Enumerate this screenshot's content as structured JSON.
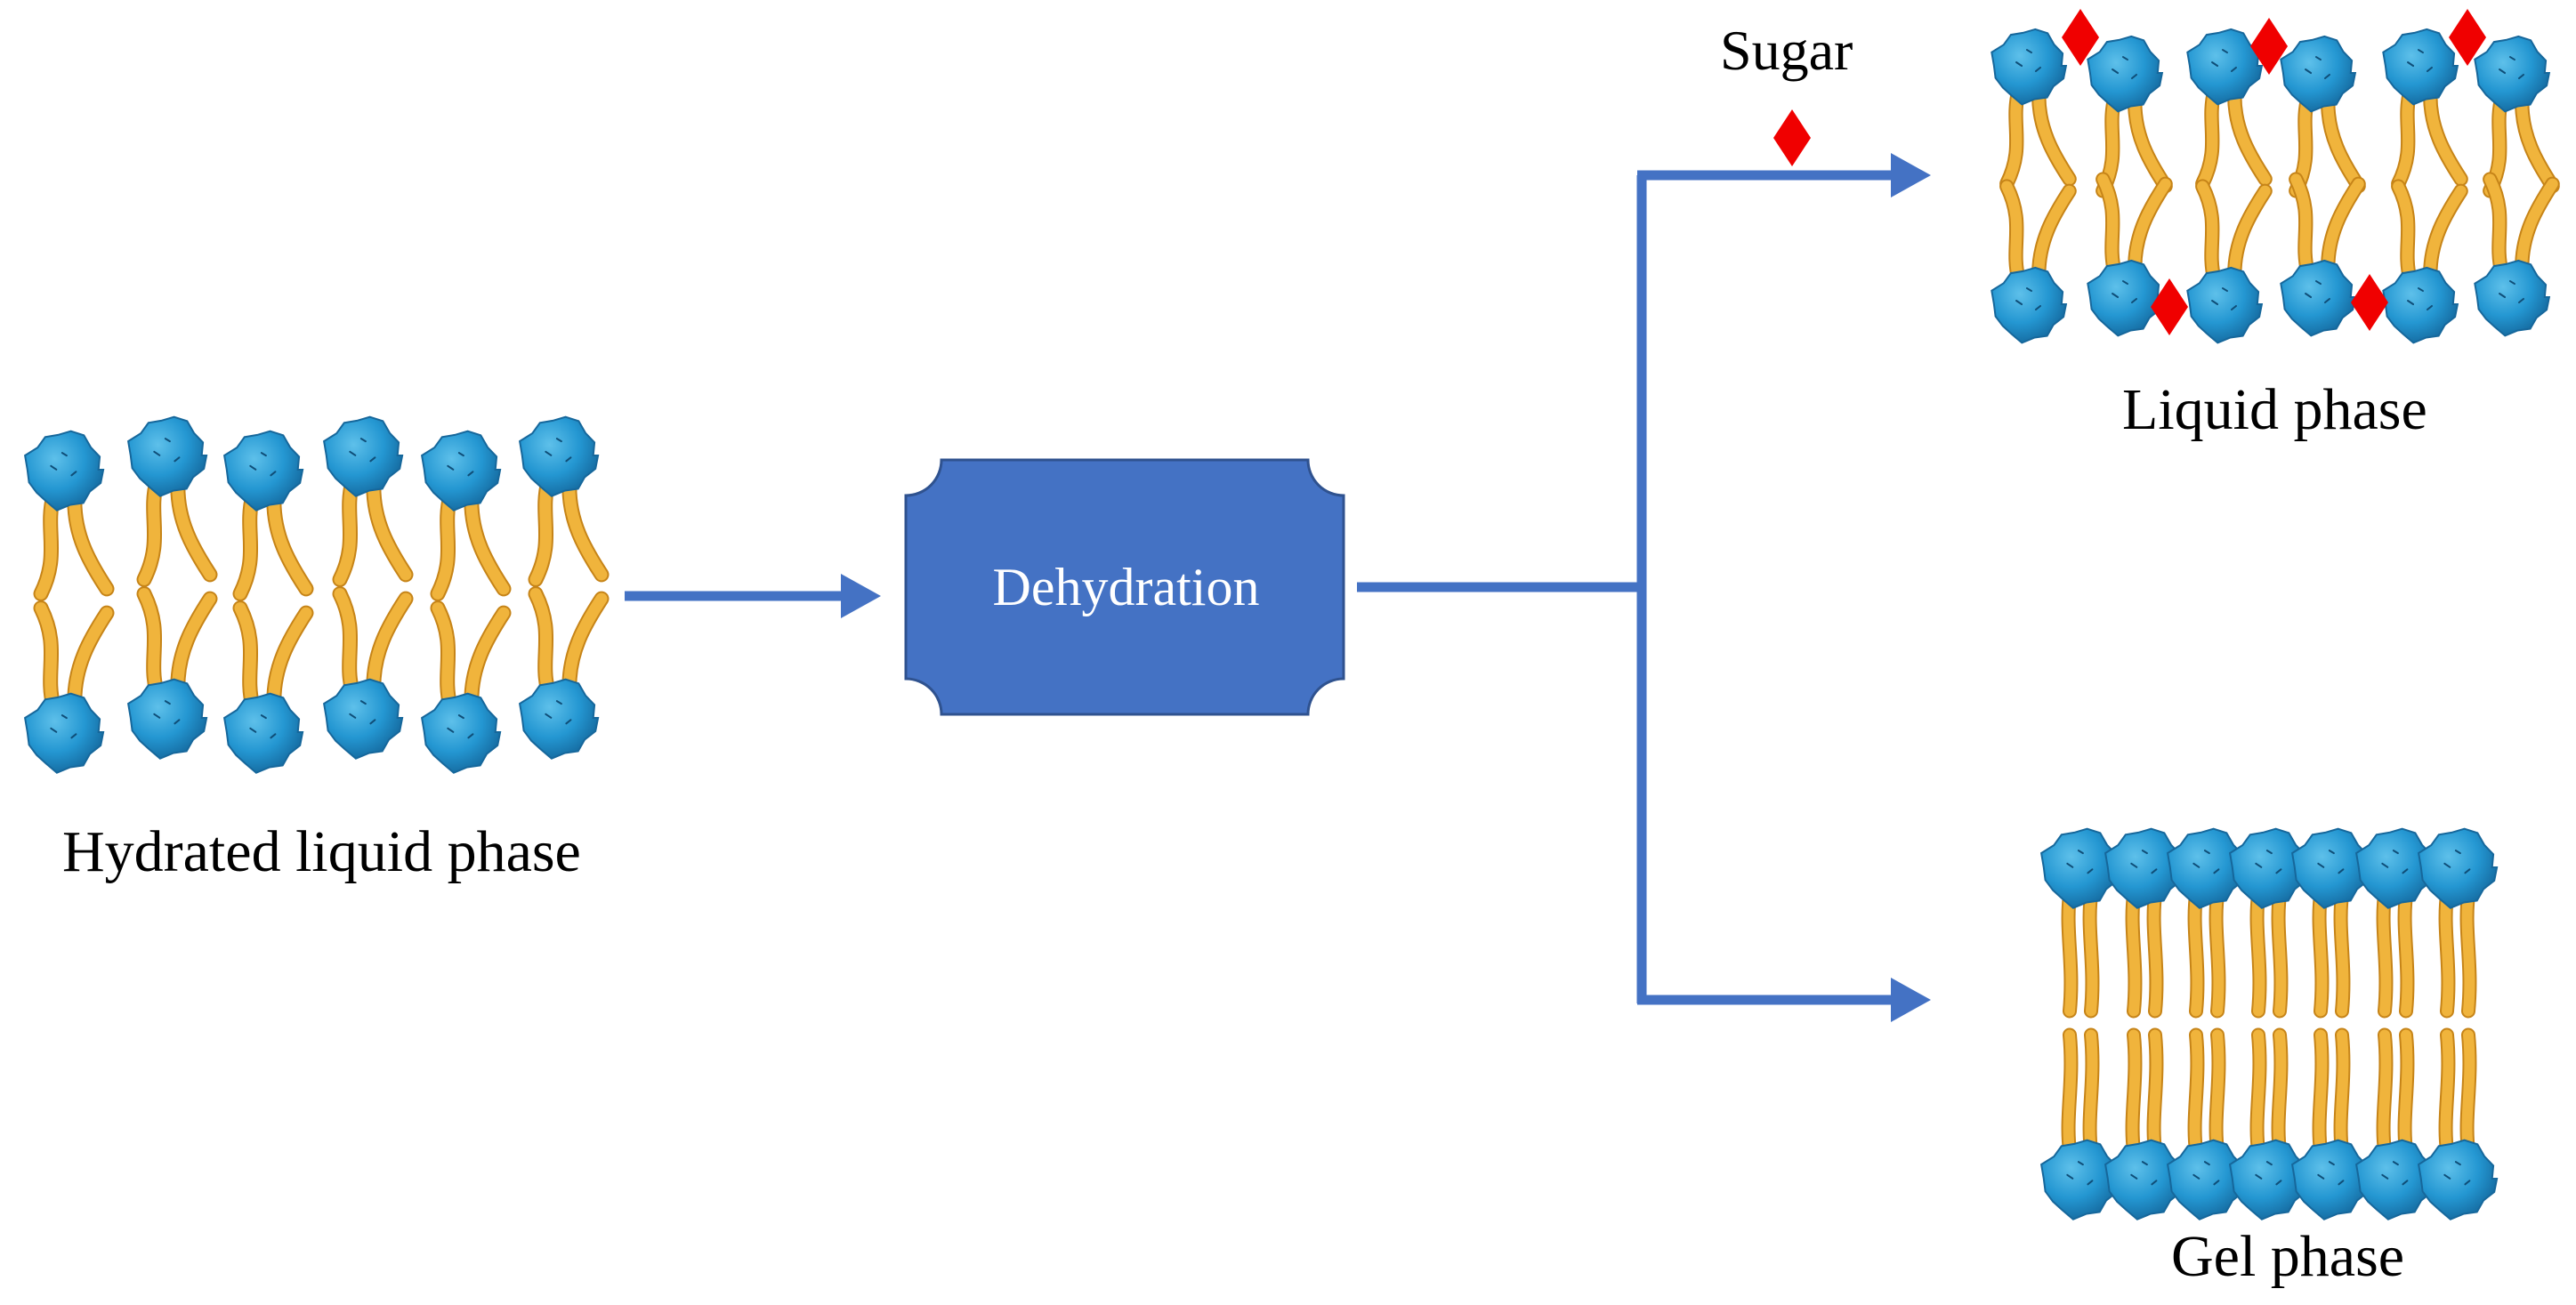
{
  "labels": {
    "hydrated": "Hydrated liquid phase",
    "process": "Dehydration",
    "sugar": "Sugar",
    "liquid": "Liquid phase",
    "gel": "Gel phase"
  },
  "colors": {
    "arrow": "#4472C4",
    "process_box": "#4472C4",
    "process_text": "#ffffff",
    "lipid_head": "#1E8FCB",
    "lipid_head_highlight": "#4FB2E0",
    "lipid_tail": "#F0B43C",
    "sugar": "#F00000"
  },
  "icons": {
    "lipid": "phospholipid-icon",
    "sugar": "sugar-diamond-icon"
  }
}
